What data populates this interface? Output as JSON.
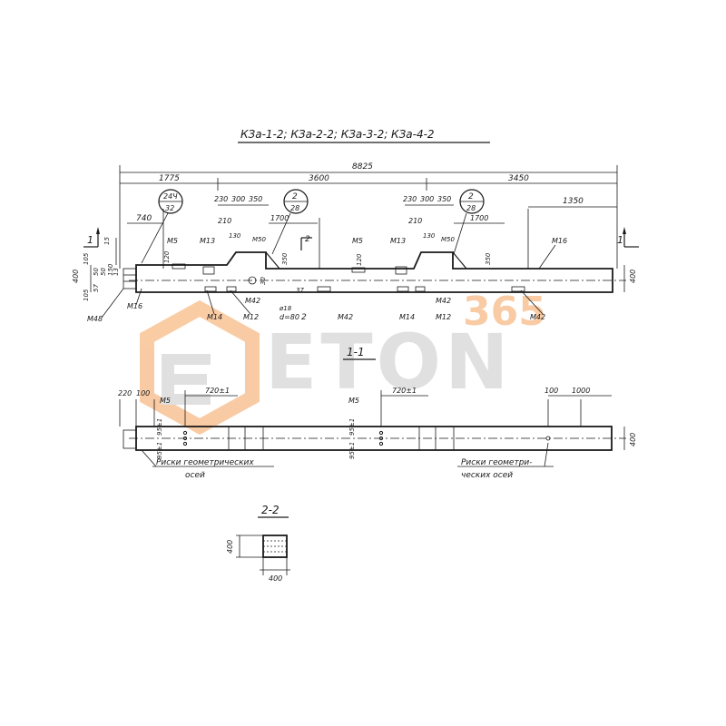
{
  "title": "КЗа-1-2; КЗа-2-2; КЗа-3-2; КЗа-4-2",
  "watermark": {
    "digits": "365",
    "word": "ETON",
    "color_orange": "#f5a25a",
    "color_grey": "#c8c8c8"
  },
  "dimensions": {
    "total": "8825",
    "left": "1775",
    "middle": "3600",
    "right": "3450",
    "d740": "740",
    "d1350": "1350",
    "d230a": "230",
    "d300a": "300",
    "d350a": "350",
    "d230b": "230",
    "d300b": "300",
    "d350b": "350",
    "d1700a": "1700",
    "d1700b": "1700",
    "d210a": "210",
    "d210b": "210",
    "d130a": "130",
    "d130b": "130",
    "d120a": "120",
    "d120b": "120",
    "d350c": "350",
    "d350d": "350",
    "d30": "30",
    "d37": "37",
    "d400a": "400",
    "d400b": "400",
    "d400c": "400",
    "d400d": "400",
    "d400e": "400",
    "d15": "15",
    "d105": "105",
    "d105b": "105",
    "d50a": "50",
    "d50b": "50",
    "d57": "57",
    "d150": "150",
    "d13": "13",
    "d220": "220",
    "d100a": "100",
    "d100b": "100",
    "d1000": "1000",
    "d720a": "720±1",
    "d720b": "720±1",
    "d95a": "95±1",
    "d95b": "95±1",
    "d95c": "95±1",
    "d95d": "95±1"
  },
  "callouts": {
    "c1_top": "24Ч",
    "c1_bottom": "32",
    "c2_top": "2",
    "c2_bottom": "28",
    "c3_top": "2",
    "c3_bottom": "28"
  },
  "marks": {
    "m5a": "М5",
    "m13a": "М13",
    "m50a": "М50",
    "m5b": "М5",
    "m13b": "М13",
    "m50b": "М50",
    "m16a": "М16",
    "m16b": "М16",
    "m14a": "М14",
    "m12a": "М12",
    "m42a": "М42",
    "m42b": "М42",
    "m14b": "М14",
    "m12b": "М12",
    "m42c": "М42",
    "m42d": "М42",
    "m48": "М48",
    "m5c": "М5",
    "m5d": "М5",
    "hole_d": "ø18",
    "hole_step": "d=80"
  },
  "sections": {
    "s11": "1-1",
    "s22": "2-2",
    "cut_left": "1",
    "cut_right": "1",
    "cut2_label": "2",
    "cut2b_label": "2"
  },
  "notes": {
    "left_line1": "Риски геометрических",
    "left_line2": "осей",
    "right_line1": "Риски геометри-",
    "right_line2": "ческих осей"
  }
}
